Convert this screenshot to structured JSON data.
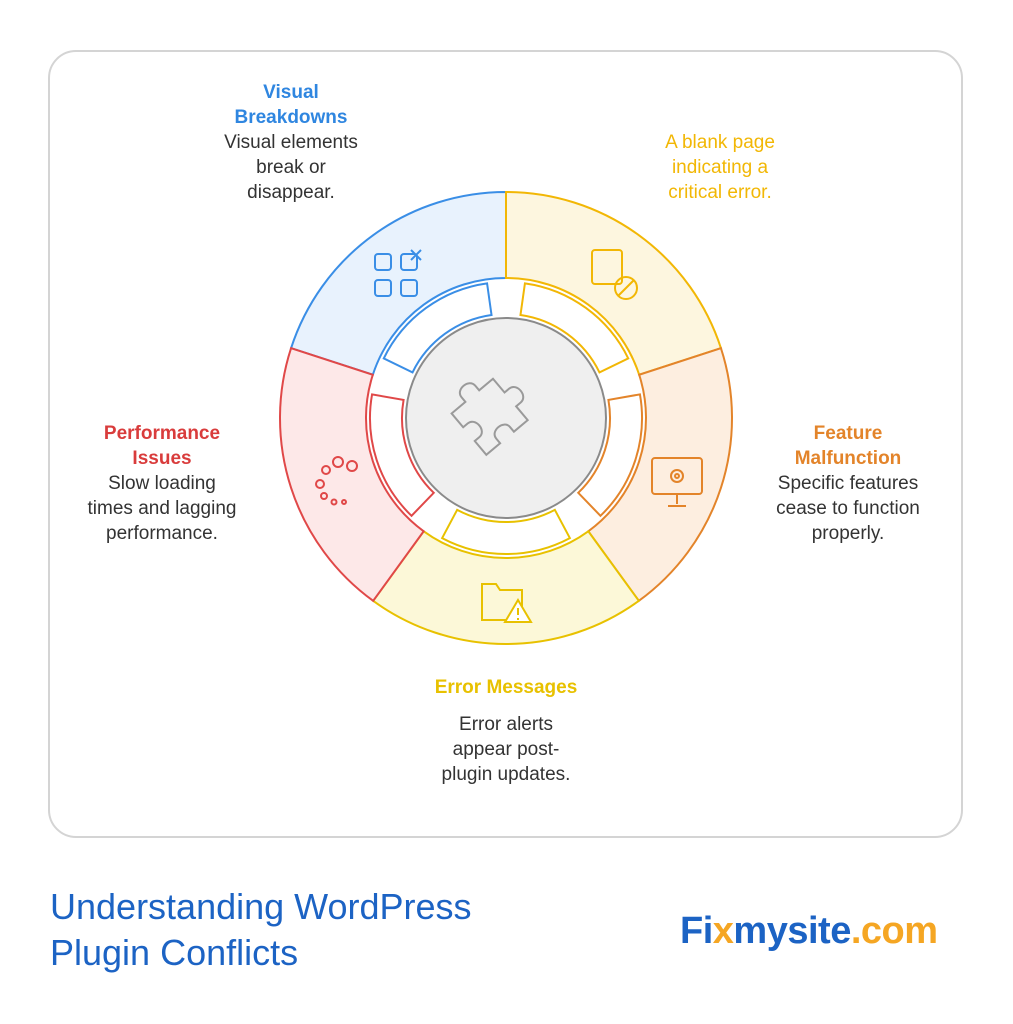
{
  "segments": [
    {
      "id": "visual",
      "title": "Visual\nBreakdowns",
      "text": "Visual elements\nbreak or\ndisappear.",
      "color": "#3a8ee6",
      "fill": "#e8f2fd",
      "icon": "grid-x-icon"
    },
    {
      "id": "blank",
      "title": "",
      "text": "A blank page\nindicating a\ncritical error.",
      "color": "#f2b705",
      "fill": "#fdf6df",
      "icon": "blank-page-icon"
    },
    {
      "id": "feature",
      "title": "Feature\nMalfunction",
      "text": "Specific features\ncease to function\nproperly.",
      "color": "#e3842a",
      "fill": "#fdeee0",
      "icon": "monitor-gear-icon"
    },
    {
      "id": "error",
      "title": "Error Messages",
      "text": "Error alerts\nappear post-\nplugin updates.",
      "color": "#e8c100",
      "fill": "#fcf8d8",
      "icon": "folder-warning-icon"
    },
    {
      "id": "performance",
      "title": "Performance\nIssues",
      "text": "Slow loading\ntimes and lagging\nperformance.",
      "color": "#e04848",
      "fill": "#fde8e8",
      "icon": "loading-dots-icon"
    }
  ],
  "center_icon": "puzzle-piece-icon",
  "footer": {
    "title_line1": "Understanding WordPress",
    "title_line2": "Plugin Conflicts"
  },
  "logo": {
    "part1": "Fi",
    "part2": "x",
    "part3": "mysite",
    "part4": ".com"
  }
}
